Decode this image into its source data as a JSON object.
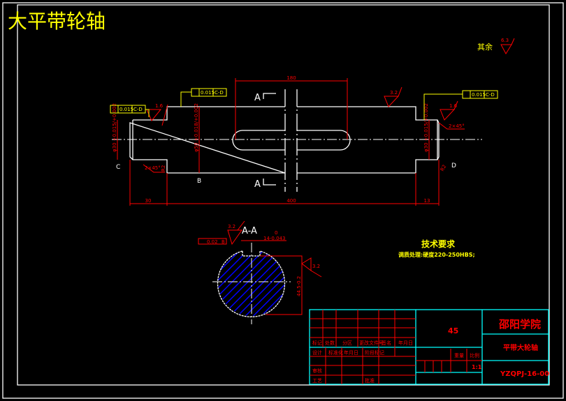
{
  "title": "大平带轮轴",
  "other_roughness": {
    "label": "其余",
    "value": "6.3"
  },
  "main_view": {
    "dims": {
      "keyway_len": "180",
      "left_len": "30",
      "mid_len": "400",
      "right_len": "13",
      "left_dia": "φ30 +0.015/+0.002",
      "mid_dia": "φ50 +0.018/+0.002",
      "right_dia": "φ30 +0.015/+0.002",
      "chamfer_left": "2×45°",
      "chamfer_right": "2×45°",
      "fillet_left": "R2",
      "fillet_right": "R2"
    },
    "roughness": [
      "1.6",
      "3.2",
      "1.6"
    ],
    "tolerances": [
      {
        "value": "0.015",
        "datum": "C-D"
      },
      {
        "value": "0.015",
        "datum": "C-D"
      },
      {
        "value": "0.015",
        "datum": "C-D"
      }
    ],
    "datums": [
      "C",
      "B",
      "D"
    ],
    "section_mark": "A"
  },
  "section_view": {
    "label": "A-A",
    "roughness_top": "3.2",
    "roughness_side": "3.2",
    "key_width": "14-0.043",
    "key_width_upper": "0",
    "depth": "44.5-0.2",
    "depth_upper": "0",
    "symmetry": {
      "value": "0.02",
      "datum": "B"
    }
  },
  "tech_req": {
    "title": "技术要求",
    "line": "调质处理:硬度220-250HBS;"
  },
  "title_block": {
    "school": "邵阳学院",
    "part_name": "平带大轮轴",
    "drawing_no": "YZQPJ-16-00",
    "material": "45",
    "scale": "1:1",
    "headers1": [
      "标记",
      "处数",
      "分区",
      "更改文件号",
      "签名",
      "年月日"
    ],
    "headers2": [
      "设计",
      "标准化",
      "年月日",
      "阶段标记",
      "重量",
      "比例"
    ],
    "row_labels": [
      "审核",
      "工艺",
      "批准"
    ]
  }
}
